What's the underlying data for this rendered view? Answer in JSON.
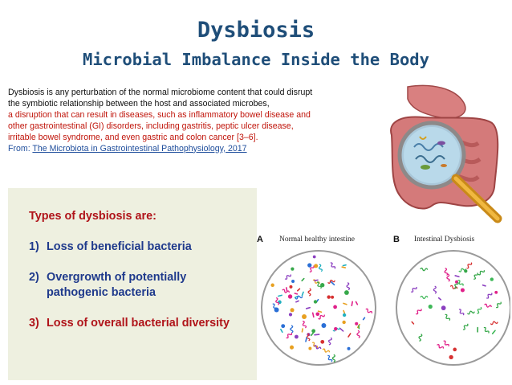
{
  "slide": {
    "title": "Dysbiosis",
    "subtitle": "Microbial Imbalance Inside the Body",
    "paragraph": {
      "lines_black": [
        "Dysbiosis is any perturbation of the normal microbiome content that could disrupt",
        "the symbiotic relationship between the host and associated microbes,"
      ],
      "lines_red": [
        "a disruption that can result in diseases, such as inflammatory bowel disease and",
        "other gastrointestinal (GI) disorders, including gastritis, peptic ulcer disease,",
        "irritable bowel syndrome, and even gastric and colon cancer [3–6]."
      ],
      "source_prefix": "From: ",
      "source_link": "The Microbiota in Gastrointestinal Pathophysiology, 2017"
    },
    "types_box": {
      "heading": "Types of dysbiosis are:",
      "items": [
        {
          "num": "1)",
          "text": "Loss of beneficial bacteria"
        },
        {
          "num": "2)",
          "text": "Overgrowth of potentially pathogenic bacteria"
        },
        {
          "num": "3)",
          "text": "Loss of overall bacterial diversity"
        }
      ]
    },
    "diagram": {
      "panel_a": {
        "letter": "A",
        "label": "Normal healthy intestine"
      },
      "panel_b": {
        "letter": "B",
        "label": "Intestinal Dysbiosis"
      }
    },
    "colors": {
      "title": "#1f4e79",
      "red_text": "#c0140a",
      "blue_text": "#1f4e9c",
      "box_bg": "#eef0e0"
    },
    "icons": [
      "intestine-magnifier-illustration",
      "magnifying-glass-icon"
    ]
  }
}
